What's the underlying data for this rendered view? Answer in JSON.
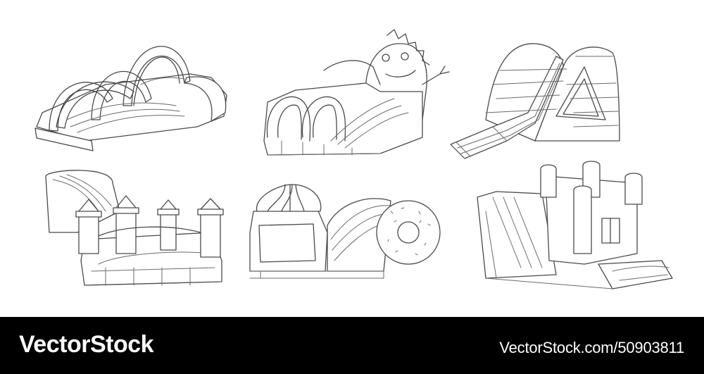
{
  "footer": {
    "brand": "VectorStock",
    "code": "VectorStock.com/50903811"
  },
  "illustrations": [
    "rainbow-arches-obstacle-inflatable",
    "dinosaur-obstacle-inflatable",
    "striped-triangle-slide-inflatable",
    "castle-bounce-slide-inflatable",
    "cupcake-donut-slide-inflatable",
    "tower-combo-slide-inflatable"
  ],
  "colors": {
    "line": "#4a4a4a",
    "background": "#ffffff",
    "banner": "#000000"
  }
}
